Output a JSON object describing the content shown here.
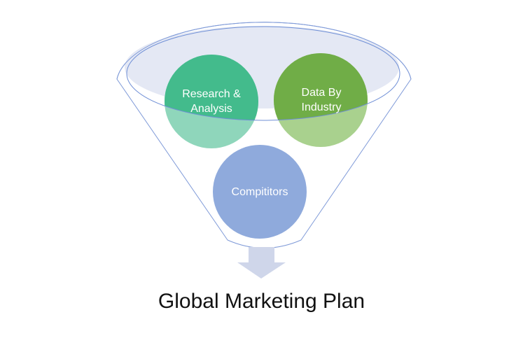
{
  "title": "Global Marketing Plan",
  "circles": [
    {
      "line1": "Research &",
      "line2": "Analysis",
      "color": "#43bb8c",
      "light": "#8fd6bb"
    },
    {
      "line1": "Data By",
      "line2": "Industry",
      "color": "#70ad47",
      "light": "#a9d18e"
    },
    {
      "line1": "Compititors",
      "color": "#8faadc"
    }
  ],
  "colors": {
    "funnel_stroke": "#6f8fd6",
    "funnel_fill": "#e4e8f4",
    "arrow": "#cfd6ea"
  }
}
